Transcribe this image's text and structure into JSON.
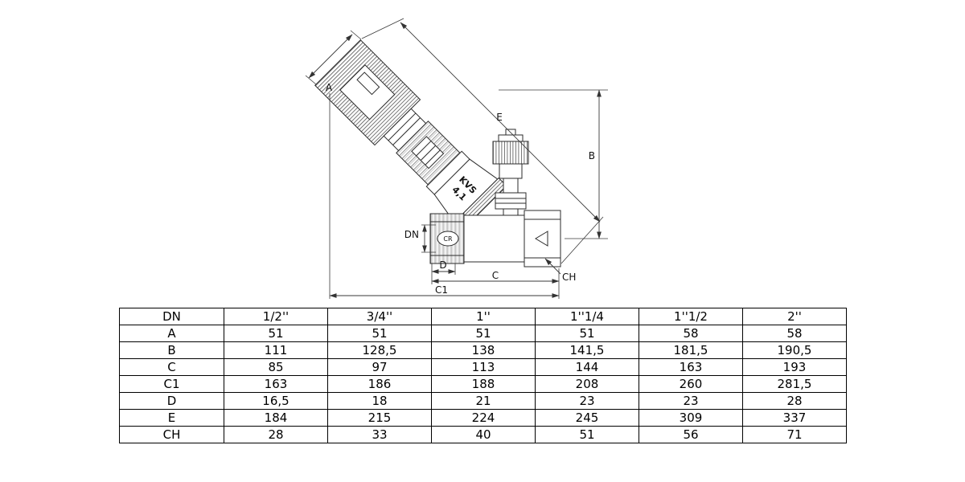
{
  "diagram": {
    "dims": {
      "a": "A",
      "b": "B",
      "c": "C",
      "c1": "C1",
      "d": "D",
      "e": "E",
      "ch": "CH",
      "dn": "DN"
    },
    "kvs_line1": "KVS",
    "kvs_line2": "4,1",
    "brand": "CR"
  },
  "table": {
    "header": {
      "label": "DN",
      "values": [
        "1/2''",
        "3/4''",
        "1''",
        "1''1/4",
        "1''1/2",
        "2''"
      ]
    },
    "rows": [
      {
        "label": "A",
        "values": [
          "51",
          "51",
          "51",
          "51",
          "58",
          "58"
        ]
      },
      {
        "label": "B",
        "values": [
          "111",
          "128,5",
          "138",
          "141,5",
          "181,5",
          "190,5"
        ]
      },
      {
        "label": "C",
        "values": [
          "85",
          "97",
          "113",
          "144",
          "163",
          "193"
        ]
      },
      {
        "label": "C1",
        "values": [
          "163",
          "186",
          "188",
          "208",
          "260",
          "281,5"
        ]
      },
      {
        "label": "D",
        "values": [
          "16,5",
          "18",
          "21",
          "23",
          "23",
          "28"
        ]
      },
      {
        "label": "E",
        "values": [
          "184",
          "215",
          "224",
          "245",
          "309",
          "337"
        ]
      },
      {
        "label": "CH",
        "values": [
          "28",
          "33",
          "40",
          "51",
          "56",
          "71"
        ]
      }
    ]
  }
}
